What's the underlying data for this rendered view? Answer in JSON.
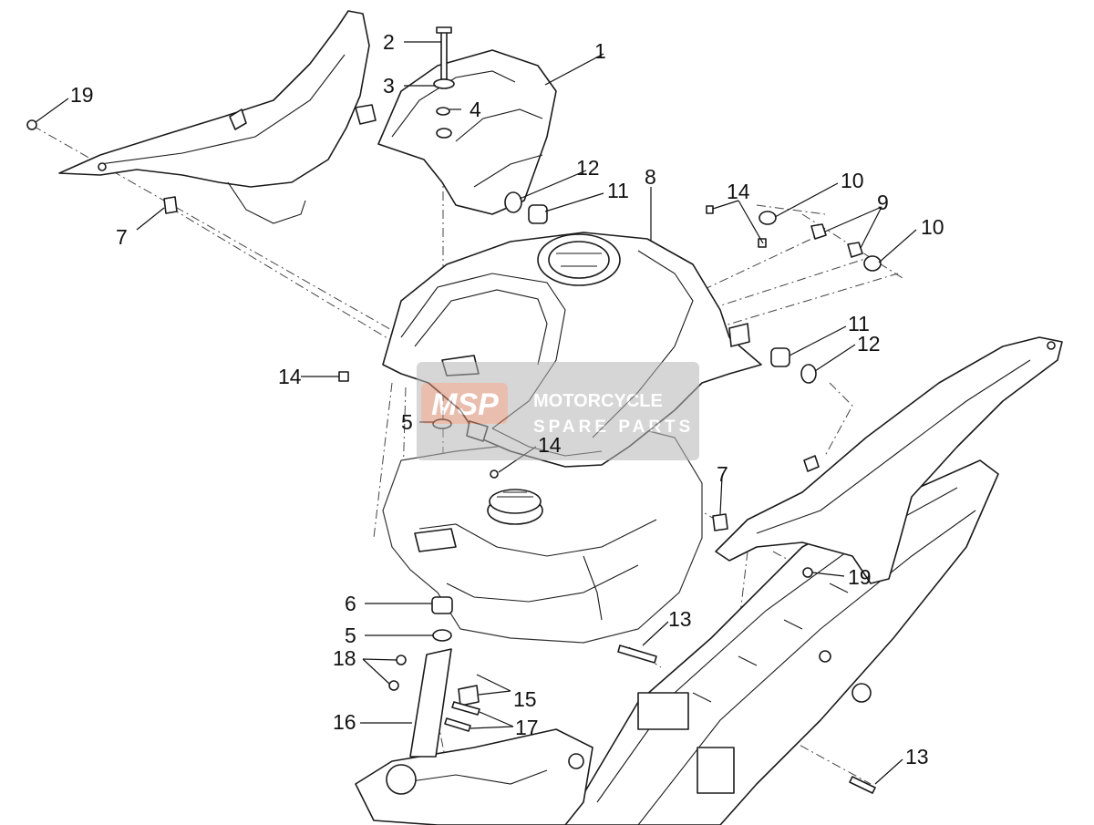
{
  "diagram": {
    "callouts": [
      {
        "id": "c1",
        "label": "1"
      },
      {
        "id": "c2",
        "label": "2"
      },
      {
        "id": "c3",
        "label": "3"
      },
      {
        "id": "c4",
        "label": "4"
      },
      {
        "id": "c5a",
        "label": "5"
      },
      {
        "id": "c5b",
        "label": "5"
      },
      {
        "id": "c6",
        "label": "6"
      },
      {
        "id": "c7a",
        "label": "7"
      },
      {
        "id": "c7b",
        "label": "7"
      },
      {
        "id": "c8",
        "label": "8"
      },
      {
        "id": "c9",
        "label": "9"
      },
      {
        "id": "c10a",
        "label": "10"
      },
      {
        "id": "c10b",
        "label": "10"
      },
      {
        "id": "c11a",
        "label": "11"
      },
      {
        "id": "c11b",
        "label": "11"
      },
      {
        "id": "c12a",
        "label": "12"
      },
      {
        "id": "c12b",
        "label": "12"
      },
      {
        "id": "c13a",
        "label": "13"
      },
      {
        "id": "c13b",
        "label": "13"
      },
      {
        "id": "c14a",
        "label": "14"
      },
      {
        "id": "c14b",
        "label": "14"
      },
      {
        "id": "c14c",
        "label": "14"
      },
      {
        "id": "c15",
        "label": "15"
      },
      {
        "id": "c16",
        "label": "16"
      },
      {
        "id": "c17",
        "label": "17"
      },
      {
        "id": "c18",
        "label": "18"
      },
      {
        "id": "c19a",
        "label": "19"
      },
      {
        "id": "c19b",
        "label": "19"
      }
    ]
  },
  "watermark": {
    "logo_text": "MSP",
    "line1": "MOTORCYCLE",
    "line2": "SPARE PARTS"
  }
}
